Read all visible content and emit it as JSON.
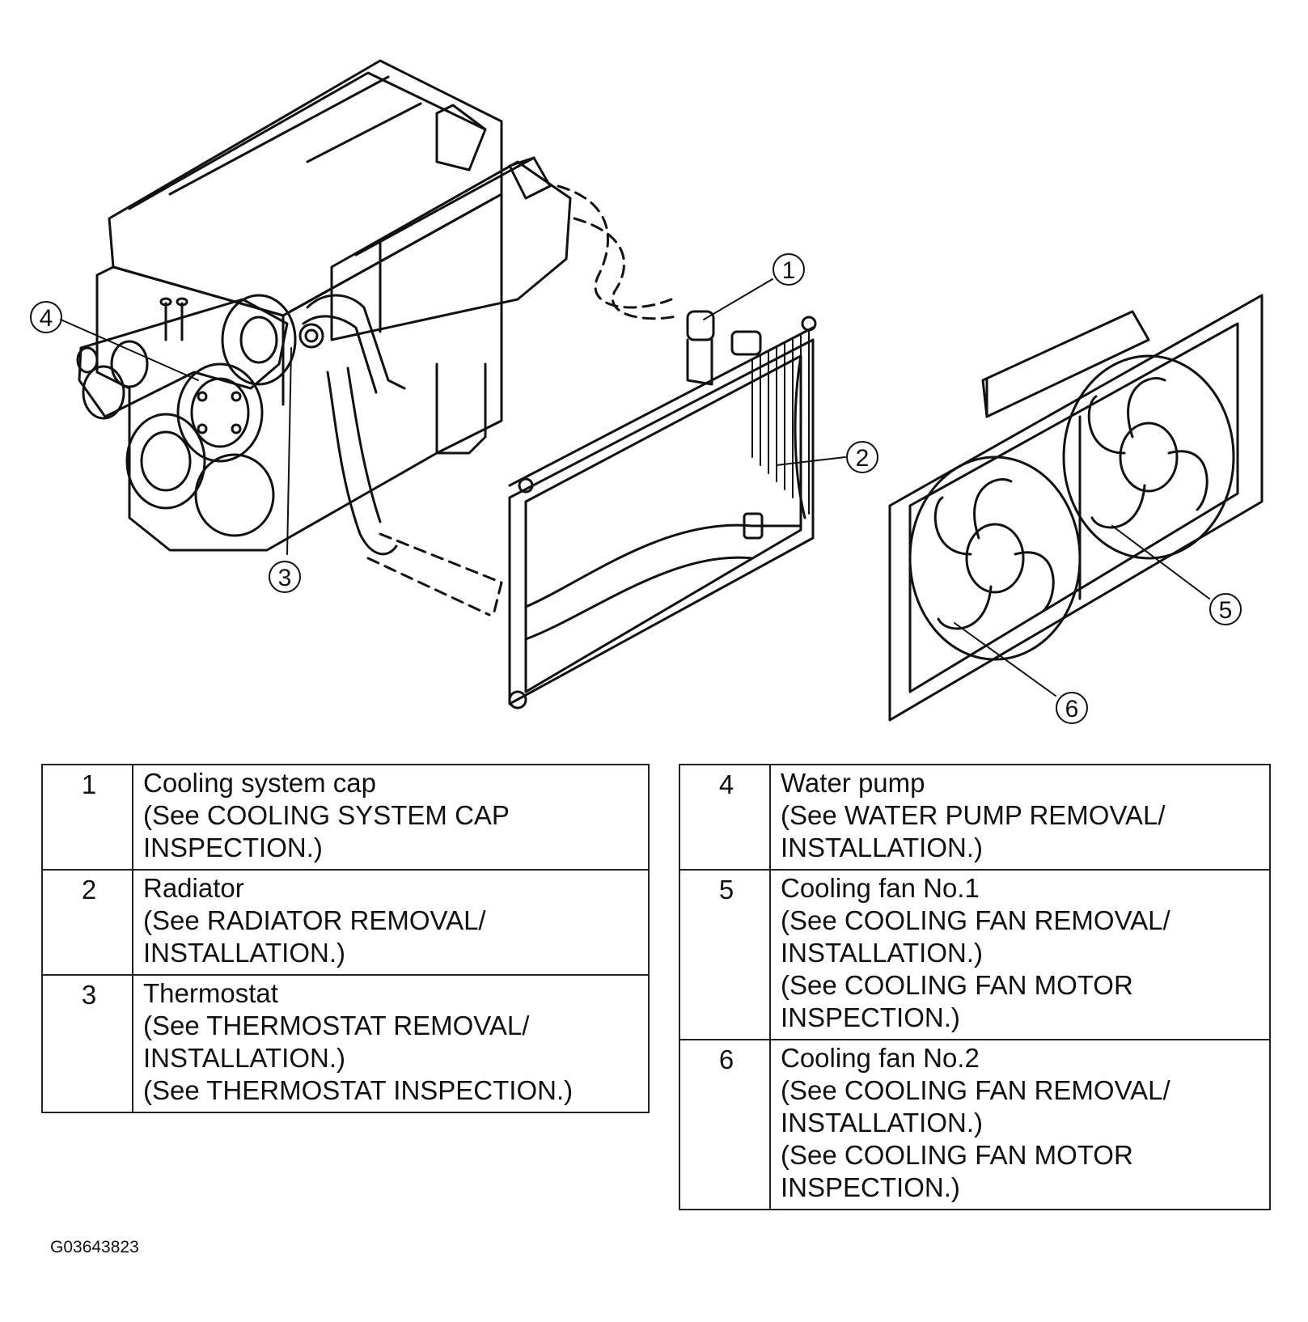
{
  "callouts": [
    "1",
    "2",
    "3",
    "4",
    "5",
    "6"
  ],
  "legend_left": [
    {
      "num": "1",
      "lines": [
        "Cooling system cap",
        "(See COOLING SYSTEM CAP",
        "INSPECTION.)"
      ]
    },
    {
      "num": "2",
      "lines": [
        "Radiator",
        "(See RADIATOR REMOVAL/",
        "INSTALLATION.)"
      ]
    },
    {
      "num": "3",
      "lines": [
        "Thermostat",
        "(See THERMOSTAT REMOVAL/",
        "INSTALLATION.)",
        "(See THERMOSTAT INSPECTION.)"
      ]
    }
  ],
  "legend_right": [
    {
      "num": "4",
      "lines": [
        "Water pump",
        "(See WATER PUMP REMOVAL/",
        "INSTALLATION.)"
      ]
    },
    {
      "num": "5",
      "lines": [
        "Cooling fan No.1",
        "(See COOLING FAN REMOVAL/",
        "INSTALLATION.)",
        "(See COOLING FAN MOTOR",
        "INSPECTION.)"
      ]
    },
    {
      "num": "6",
      "lines": [
        "Cooling fan No.2",
        "(See COOLING FAN REMOVAL/",
        "INSTALLATION.)",
        "(See COOLING FAN MOTOR",
        "INSPECTION.)"
      ]
    }
  ],
  "figure_code": "G03643823"
}
